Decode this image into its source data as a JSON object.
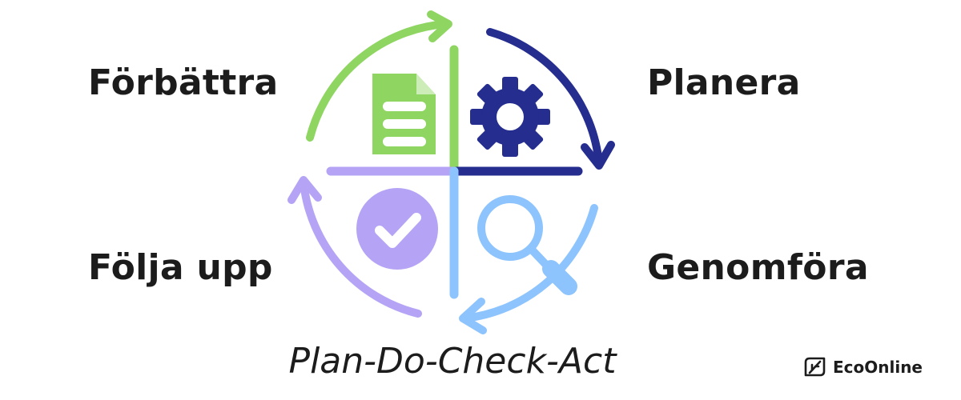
{
  "labels": {
    "act": "Förbättra",
    "plan": "Planera",
    "check": "Följa upp",
    "do": "Genomföra"
  },
  "caption": "Plan-Do-Check-Act",
  "brand": {
    "name": "EcoOnline",
    "icon": "ecoonline-logo-icon"
  },
  "colors": {
    "act_green": "#8fd562",
    "plan_navy": "#252d8f",
    "do_blue": "#8ec4fd",
    "check_purple": "#b5a4f5",
    "text": "#1c1c1c"
  },
  "icons": {
    "act": "document-icon",
    "plan": "gear-icon",
    "do": "magnifier-icon",
    "check": "checkmark-circle-icon"
  }
}
